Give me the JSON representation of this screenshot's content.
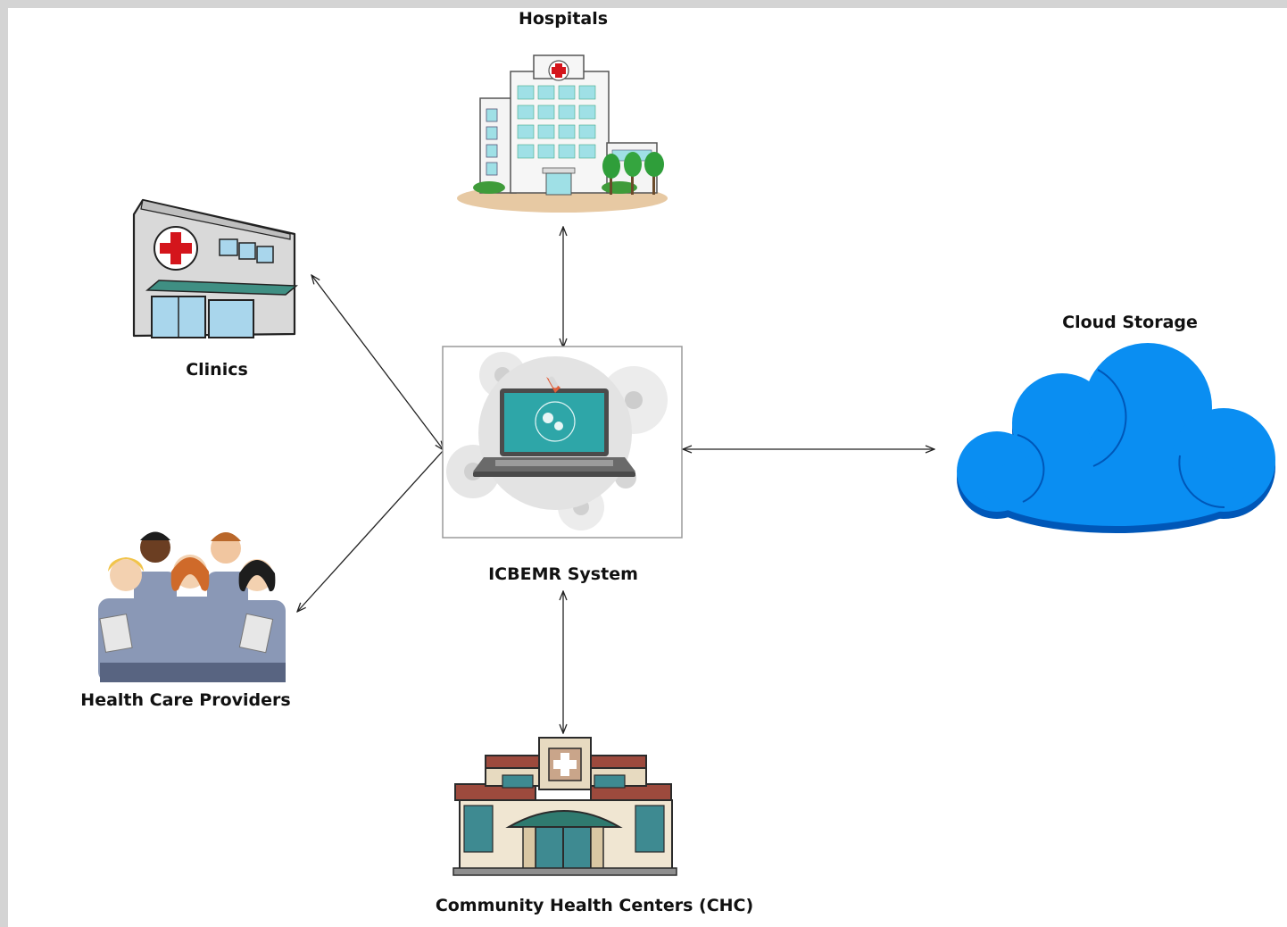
{
  "diagram": {
    "nodes": {
      "hospitals": {
        "label": "Hospitals",
        "icon": "hospital-building-icon"
      },
      "clinics": {
        "label": "Clinics",
        "icon": "clinic-building-icon"
      },
      "icbemr": {
        "label": "ICBEMR System",
        "icon": "laptop-gears-icon"
      },
      "cloud": {
        "label": "Cloud Storage",
        "icon": "cloud-icon"
      },
      "providers": {
        "label": "Health Care Providers",
        "icon": "medical-staff-icon"
      },
      "chc": {
        "label": "Community Health Centers (CHC)",
        "icon": "community-health-center-icon"
      }
    },
    "connections": [
      {
        "from": "icbemr",
        "to": "hospitals",
        "direction": "bidirectional"
      },
      {
        "from": "icbemr",
        "to": "clinics",
        "direction": "bidirectional"
      },
      {
        "from": "icbemr",
        "to": "providers",
        "direction": "bidirectional"
      },
      {
        "from": "icbemr",
        "to": "cloud",
        "direction": "bidirectional"
      },
      {
        "from": "icbemr",
        "to": "chc",
        "direction": "bidirectional"
      }
    ],
    "colors": {
      "cloud": "#0a8ef2",
      "cloud_shadow": "#0057b8",
      "hospital_glass": "#9fe0e6",
      "cross_red": "#d4151c",
      "frame": "#d4d4d4"
    }
  }
}
